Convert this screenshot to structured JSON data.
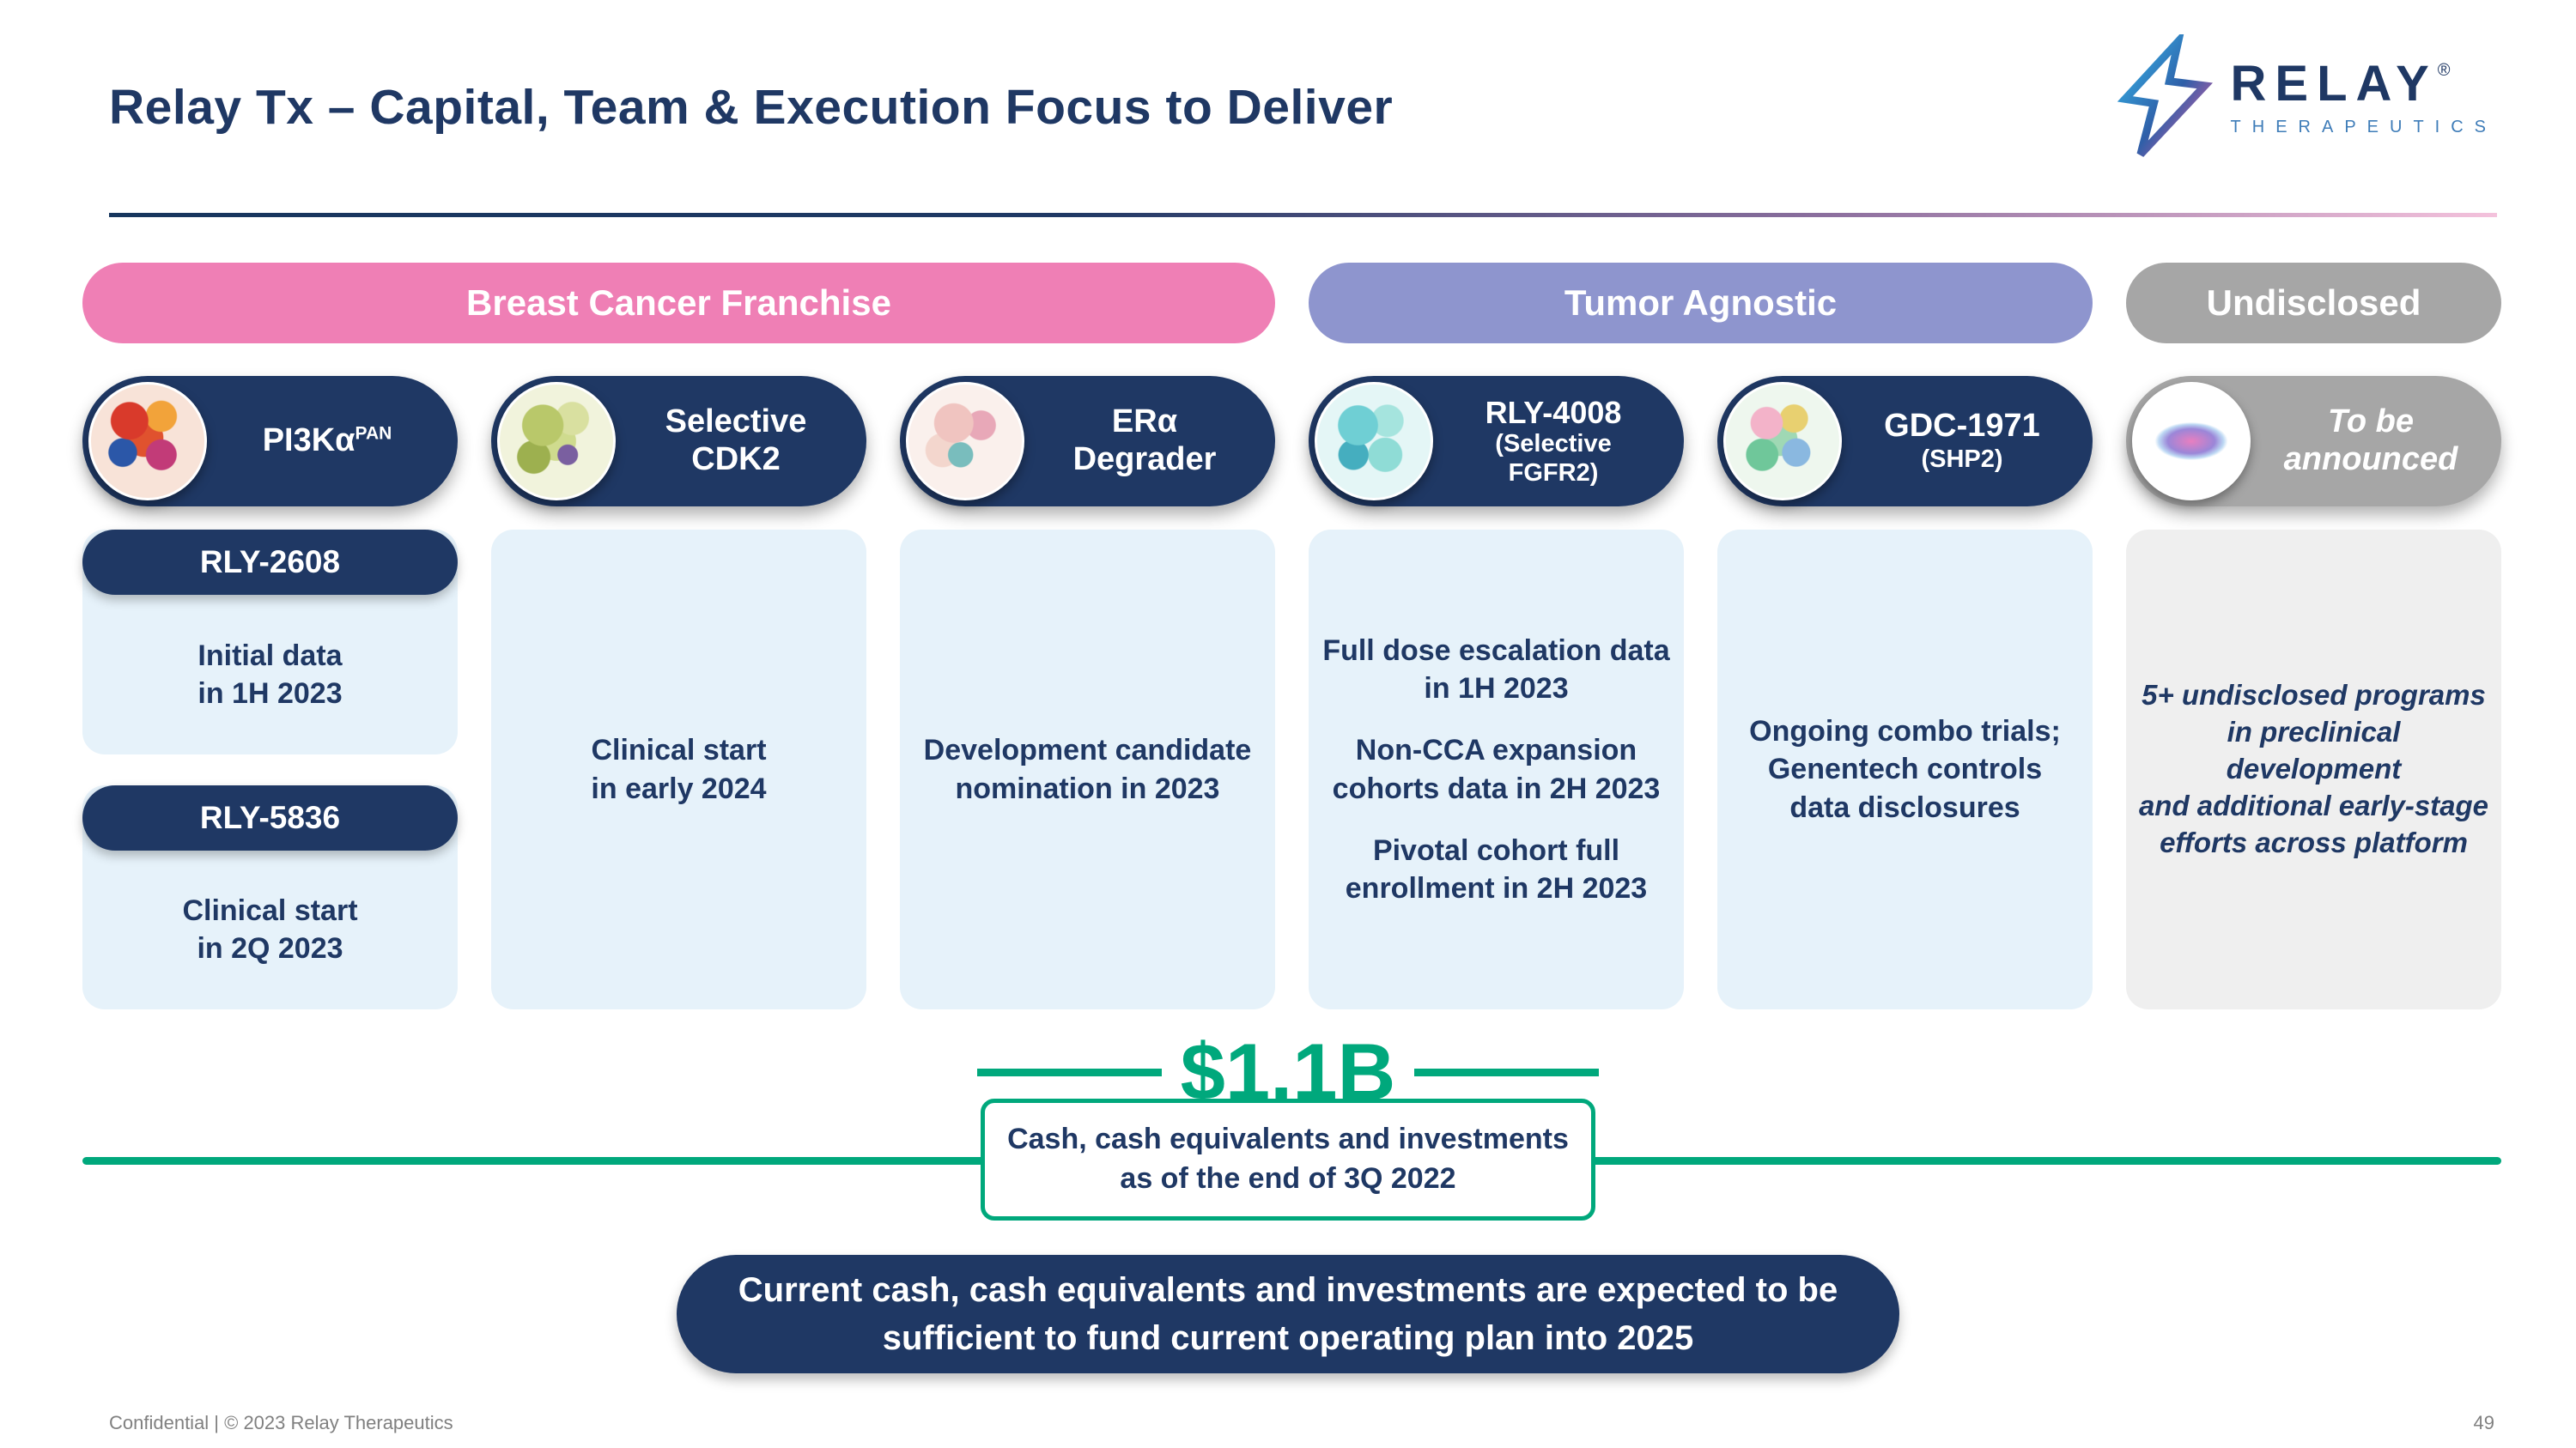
{
  "slide": {
    "title": "Relay Tx – Capital, Team & Execution Focus to Deliver",
    "footer": "Confidential | © 2023 Relay Therapeutics",
    "page_number": "49"
  },
  "logo": {
    "brand": "RELAY",
    "registered": "®",
    "subbrand": "THERAPEUTICS"
  },
  "colors": {
    "navy": "#1F3864",
    "pink": "#EF7FB5",
    "lavender": "#8E95CE",
    "gray": "#A6A6A6",
    "teal": "#00A87C",
    "light_blue": "#E6F2FA",
    "light_gray": "#EFEFEF"
  },
  "categories": [
    {
      "label": "Breast Cancer Franchise"
    },
    {
      "label": "Tumor Agnostic"
    },
    {
      "label": "Undisclosed"
    }
  ],
  "programs": [
    {
      "title": "PI3Kα",
      "title_sup": "PAN",
      "icon": "pi3ka-protein-icon",
      "subprograms": [
        {
          "pill": "RLY-2608",
          "milestone": "Initial data\nin 1H 2023"
        },
        {
          "pill": "RLY-5836",
          "milestone": "Clinical start\nin 2Q 2023"
        }
      ]
    },
    {
      "title": "Selective\nCDK2",
      "icon": "cdk2-protein-icon",
      "milestone": "Clinical start\nin early 2024"
    },
    {
      "title": "ERα\nDegrader",
      "icon": "era-protein-icon",
      "milestone": "Development candidate\nnomination in 2023"
    },
    {
      "title": "RLY-4008",
      "subtitle": "(Selective\nFGFR2)",
      "icon": "fgfr2-protein-icon",
      "milestones": [
        "Full dose escalation data\nin 1H 2023",
        "Non-CCA expansion\ncohorts data in 2H 2023",
        "Pivotal cohort full\nenrollment in 2H 2023"
      ]
    },
    {
      "title": "GDC-1971",
      "subtitle": "(SHP2)",
      "icon": "shp2-protein-icon",
      "milestone": "Ongoing combo trials;\nGenentech controls\ndata disclosures"
    },
    {
      "title": "To be\nannounced",
      "icon": "relay-lens-icon",
      "milestone": "5+ undisclosed programs\nin preclinical development\nand additional early-stage\nefforts across platform"
    }
  ],
  "funding": {
    "amount": "$1.1B",
    "note": "Cash, cash equivalents and investments\nas of the end of 3Q 2022",
    "banner": "Current cash, cash equivalents and investments are expected to be\nsufficient to fund current operating plan into 2025"
  }
}
